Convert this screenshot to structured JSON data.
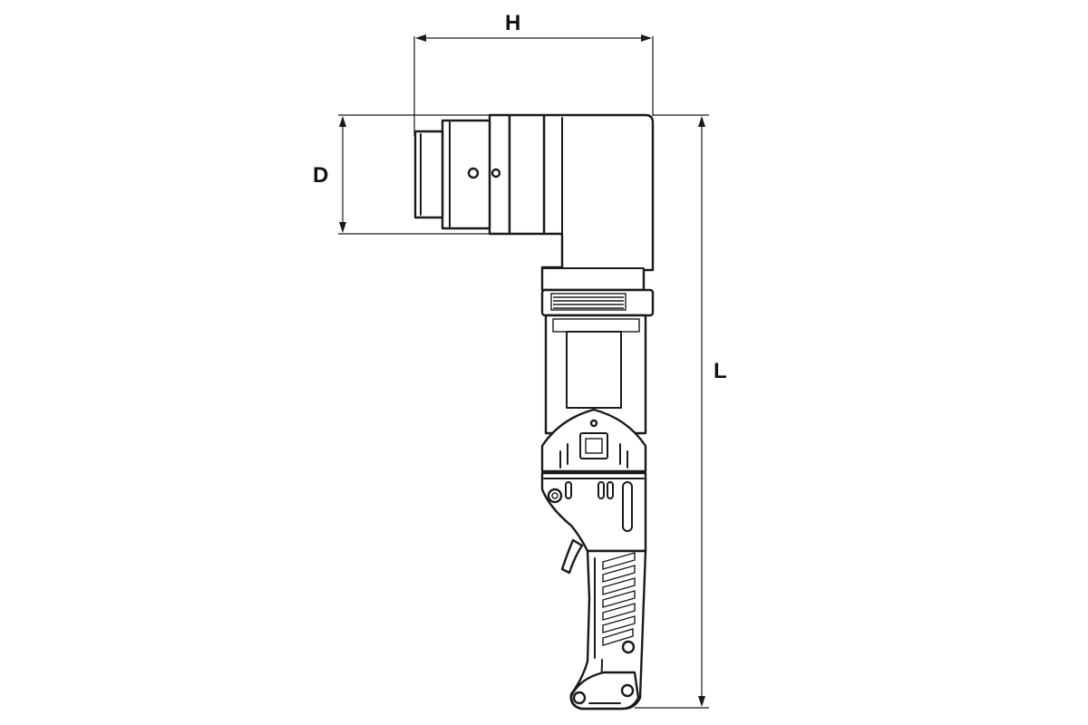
{
  "dimensions": {
    "height_label": "H",
    "diameter_label": "D",
    "length_label": "L"
  },
  "colors": {
    "line": "#1a1a1a",
    "background": "#ffffff"
  }
}
